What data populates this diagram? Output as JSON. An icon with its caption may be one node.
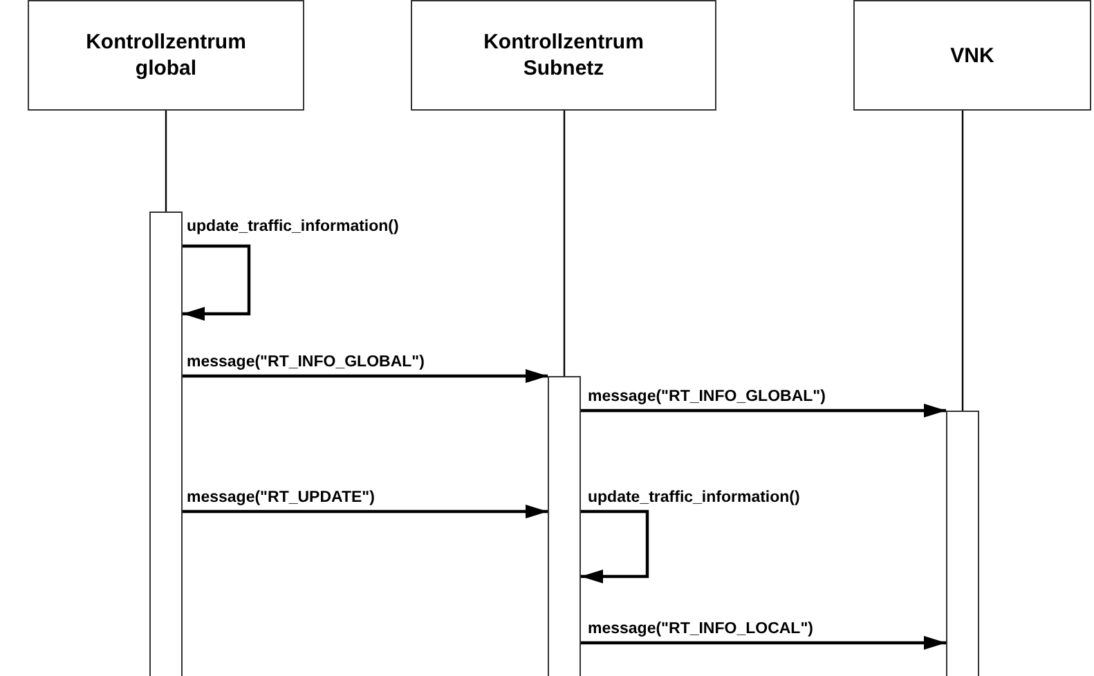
{
  "diagram": {
    "nodes": [
      {
        "text": [
          "Kontrollzentrum global"
        ]
      },
      {
        "text": [
          "Kontrollzentrum Subnetz"
        ]
      },
      {
        "text": [
          "VNK"
        ]
      },
      {
        "text": [],
        "shape": "bar"
      },
      {
        "text": [],
        "shape": "bar"
      },
      {
        "text": [],
        "shape": "bar"
      }
    ],
    "edges": [
      {
        "from": 0,
        "to": 3,
        "arrow": "none"
      },
      {
        "from": 1,
        "to": 4,
        "arrow": "none"
      },
      {
        "from": 2,
        "to": 5,
        "arrow": "none"
      },
      {
        "from": 3,
        "to": 3,
        "arrow": "to",
        "label": "update_traffic_information()"
      },
      {
        "from": 3,
        "to": 4,
        "arrow": "to",
        "label": "message(\"RT_INFO_GLOBAL\")"
      },
      {
        "from": 4,
        "to": 5,
        "arrow": "to",
        "label": "message(\"RT_INFO_GLOBAL\")"
      },
      {
        "from": 3,
        "to": 4,
        "arrow": "to",
        "label": "message(\"RT_UPDATE\")"
      },
      {
        "from": 4,
        "to": 4,
        "arrow": "to",
        "label": "update_traffic_information()"
      },
      {
        "from": 4,
        "to": 5,
        "arrow": "to",
        "label": "message(\"RT_INFO_LOCAL\")"
      }
    ]
  }
}
